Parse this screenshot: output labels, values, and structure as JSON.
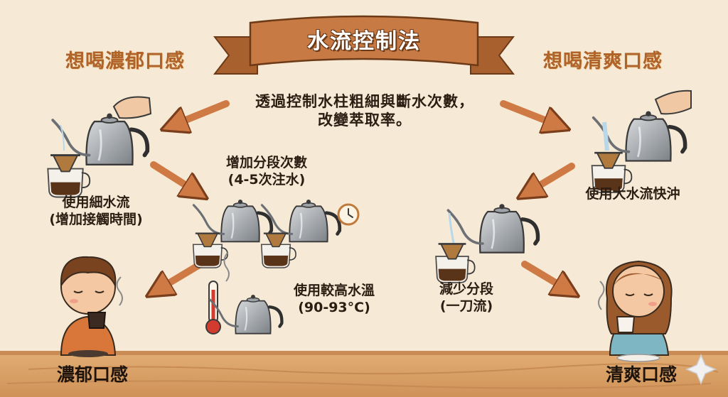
{
  "banner": {
    "title": "水流控制法",
    "ribbon_color": "#c87a45"
  },
  "headings": {
    "left": "想喝濃郁口感",
    "right": "想喝清爽口感"
  },
  "intro": {
    "line1": "透過控制水柱粗細與斷水次數，",
    "line2": "改變萃取率。"
  },
  "steps": {
    "thin_stream": {
      "line1": "使用細水流",
      "line2": "(增加接觸時間)"
    },
    "segments": {
      "line1": "增加分段次數",
      "line2": "(4-5次注水)"
    },
    "high_temp": {
      "line1": "使用較高水溫",
      "line2": "(90-93°C)"
    },
    "big_stream": {
      "line1": "使用大水流快沖"
    },
    "fewer_segments": {
      "line1": "減少分段",
      "line2": "(一刀流)"
    }
  },
  "results": {
    "left": "濃郁口感",
    "right": "清爽口感"
  },
  "colors": {
    "background": "#f6ead6",
    "arrow": "#cf7a45",
    "heading": "#b0642a",
    "table": "#d8a06a",
    "coffee": "#5a3419"
  },
  "icons": [
    "kettle-icon",
    "dripper-icon",
    "clock-icon",
    "thermometer-icon",
    "steam-icon",
    "sparkle-icon",
    "hand-icon"
  ]
}
